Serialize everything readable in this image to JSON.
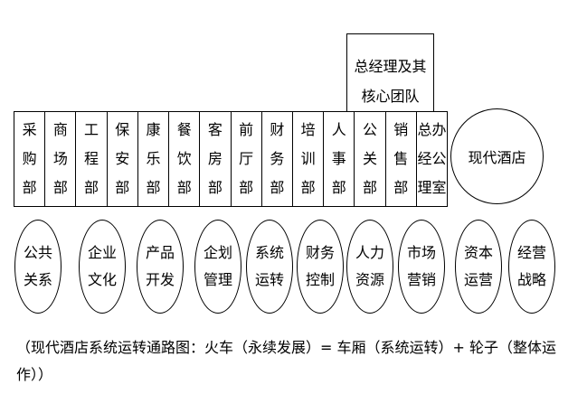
{
  "top_box": {
    "lines": [
      "总经理及其",
      "核心团队"
    ]
  },
  "departments": [
    {
      "chars": [
        "采",
        "购",
        "部"
      ]
    },
    {
      "chars": [
        "商",
        "场",
        "部"
      ]
    },
    {
      "chars": [
        "工",
        "程",
        "部"
      ]
    },
    {
      "chars": [
        "保",
        "安",
        "部"
      ]
    },
    {
      "chars": [
        "康",
        "乐",
        "部"
      ]
    },
    {
      "chars": [
        "餐",
        "饮",
        "部"
      ]
    },
    {
      "chars": [
        "客",
        "房",
        "部"
      ]
    },
    {
      "chars": [
        "前",
        "厅",
        "部"
      ]
    },
    {
      "chars": [
        "财",
        "务",
        "部"
      ]
    },
    {
      "chars": [
        "培",
        "训",
        "部"
      ]
    },
    {
      "chars": [
        "人",
        "事",
        "部"
      ]
    },
    {
      "chars": [
        "公",
        "关",
        "部"
      ]
    },
    {
      "chars": [
        "销",
        "售",
        "部"
      ]
    },
    {
      "chars": [
        "总办",
        "经公",
        "理室"
      ]
    }
  ],
  "hotel_label": "现代酒店",
  "wheels": [
    {
      "lines": [
        "公共",
        "关系"
      ]
    },
    {
      "lines": [
        "企业",
        "文化"
      ]
    },
    {
      "lines": [
        "产品",
        "开发"
      ]
    },
    {
      "lines": [
        "企划",
        "管理"
      ]
    },
    {
      "lines": [
        "系统",
        "运转"
      ]
    },
    {
      "lines": [
        "财务",
        "控制"
      ]
    },
    {
      "lines": [
        "人力",
        "资源"
      ]
    },
    {
      "lines": [
        "市场",
        "营销"
      ]
    },
    {
      "lines": [
        "资本",
        "运营"
      ]
    },
    {
      "lines": [
        "经营",
        "战略"
      ]
    }
  ],
  "caption": "（现代酒店系统运转通路图：火车（永续发展）= 车厢（系统运转）+ 轮子（整体运作））"
}
